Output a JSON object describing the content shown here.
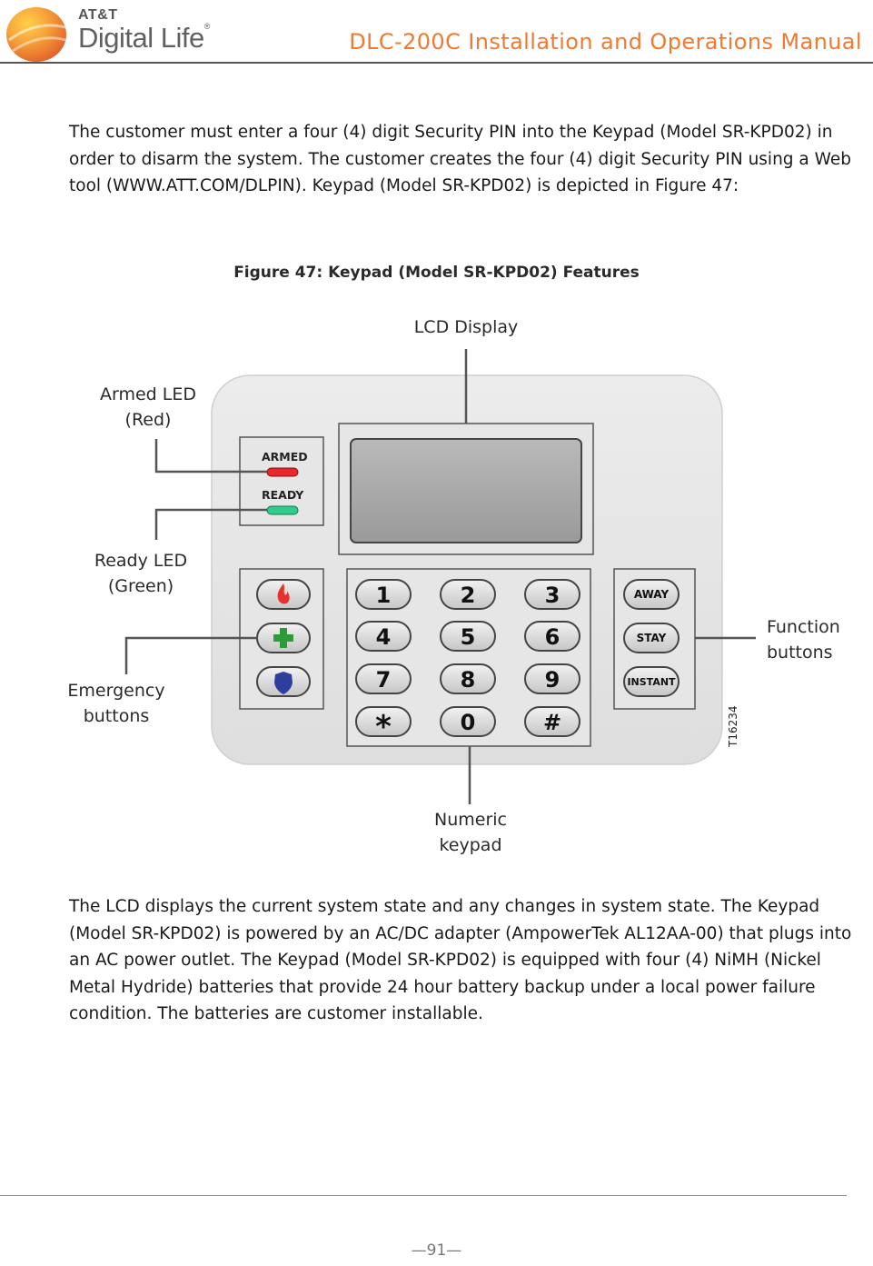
{
  "header": {
    "brand_top": "AT&T",
    "brand_main": "Digital Life",
    "brand_reg": "®",
    "doc_title": "DLC-200C Installation and Operations Manual"
  },
  "paragraphs": {
    "intro": "The customer must enter a four (4) digit Security PIN into the Keypad (Model SR-KPD02) in order to disarm the system. The customer creates the four (4) digit Security PIN using a Web tool (WWW.ATT.COM/DLPIN).  Keypad (Model SR-KPD02) is depicted in Figure 47:",
    "lcd": "The LCD displays the current system state and any changes in system state. The Keypad (Model SR-KPD02) is powered by an AC/DC adapter (AmpowerTek AL12AA-00) that plugs into an AC power outlet.  The Keypad (Model SR-KPD02) is equipped with four (4) NiMH (Nickel Metal Hydride) batteries that provide 24 hour battery backup under a local power failure condition. The batteries are customer installable."
  },
  "figure": {
    "caption": "Figure 47: Keypad (Model SR-KPD02) Features",
    "callouts": {
      "lcd_display": "LCD Display",
      "armed_led_1": "Armed LED",
      "armed_led_2": "(Red)",
      "ready_led_1": "Ready LED",
      "ready_led_2": "(Green)",
      "emergency_1": "Emergency",
      "emergency_2": "buttons",
      "function_1": "Function",
      "function_2": "buttons",
      "numeric_1": "Numeric",
      "numeric_2": "keypad"
    },
    "keypad": {
      "led_armed": "ARMED",
      "led_ready": "READY",
      "keys": [
        "1",
        "2",
        "3",
        "4",
        "5",
        "6",
        "7",
        "8",
        "9",
        "*",
        "0",
        "#"
      ],
      "function_keys": [
        "AWAY",
        "STAY",
        "INSTANT"
      ],
      "serial": "T16234"
    },
    "colors": {
      "armed_led": "#e8262b",
      "ready_led": "#2fcc8a",
      "fire_icon": "#e5322a",
      "medical_icon": "#2e9a3a",
      "police_icon": "#2c3f9e"
    }
  },
  "footer": {
    "page_number": "—91—"
  }
}
